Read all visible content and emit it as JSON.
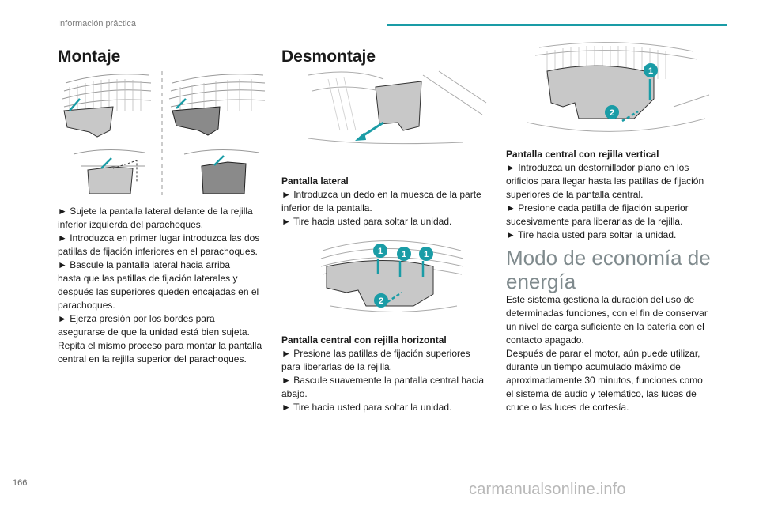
{
  "header": {
    "section": "Información práctica"
  },
  "page_number": "166",
  "watermark": "carmanualsonline.info",
  "montaje": {
    "title": "Montaje",
    "lines": [
      "► Sujete la pantalla lateral delante de la rejilla",
      "inferior izquierda del parachoques.",
      "► Introduzca en primer lugar introduzca las dos",
      "patillas de fijación inferiores en el parachoques.",
      "► Bascule la pantalla lateral hacia arriba",
      "hasta que las patillas de fijación laterales y",
      "después las superiores queden encajadas en el",
      "parachoques.",
      "► Ejerza presión por los bordes para",
      "asegurarse de que la unidad está bien sujeta.",
      "Repita el mismo proceso para montar la pantalla",
      "central en la rejilla superior del parachoques."
    ]
  },
  "desmontaje": {
    "title": "Desmontaje",
    "lateral": {
      "subtitle": "Pantalla lateral",
      "lines": [
        "► Introduzca un dedo en la muesca de la parte",
        "inferior de la pantalla.",
        "► Tire hacia usted para soltar la unidad."
      ]
    },
    "horizontal": {
      "subtitle": "Pantalla central con rejilla horizontal",
      "lines": [
        "► Presione las patillas de fijación superiores",
        "para liberarlas de la rejilla.",
        "► Bascule suavemente la pantalla central hacia",
        "abajo.",
        "► Tire hacia usted para soltar la unidad."
      ],
      "badges": [
        "1",
        "1",
        "1",
        "2"
      ]
    },
    "vertical": {
      "subtitle": "Pantalla central con rejilla vertical",
      "lines": [
        "► Introduzca un destornillador plano en los",
        "orificios para llegar hasta las patillas de fijación",
        "superiores de la pantalla central.",
        "► Presione cada patilla de fijación superior",
        "sucesivamente para liberarlas de la rejilla.",
        "► Tire hacia usted para soltar la unidad."
      ],
      "badges": [
        "1",
        "2"
      ]
    }
  },
  "economia": {
    "title_line1": "Modo de economía de",
    "title_line2": "energía",
    "lines": [
      "Este sistema gestiona la duración del uso de",
      "determinadas funciones, con el fin de conservar",
      "un nivel de carga suficiente en la batería con el",
      "contacto apagado.",
      "Después de parar el motor, aún puede utilizar,",
      "durante un tiempo acumulado máximo de",
      "aproximadamente 30 minutos, funciones como",
      "el sistema de audio y telemático, las luces de",
      "cruce o las luces de cortesía."
    ]
  },
  "colors": {
    "accent": "#1a9ca6",
    "screen_fill": "#c8c8c8"
  }
}
